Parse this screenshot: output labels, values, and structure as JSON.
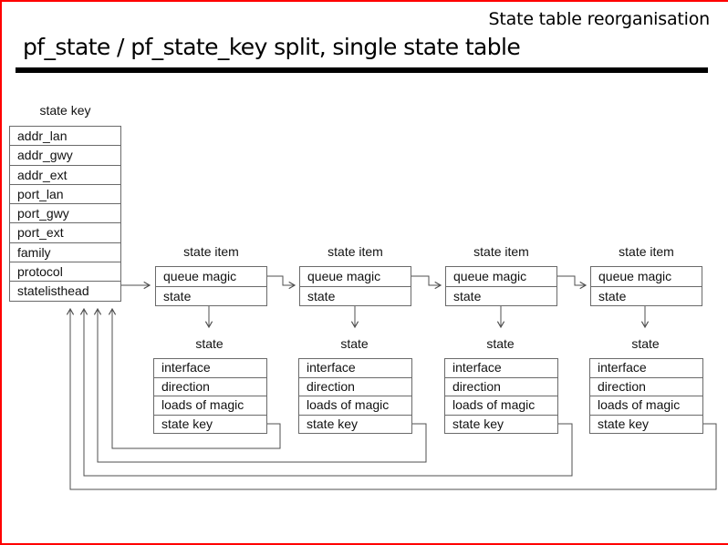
{
  "slide": {
    "corner_title": "State table reorganisation",
    "title": "pf_state / pf_state_key split, single state table"
  },
  "colors": {
    "frame_accent": "#ff0000",
    "rule": "#000000",
    "box_border": "#6a6a6a",
    "connector": "#4f4f4f"
  },
  "state_key_table": {
    "label": "state key",
    "rows": [
      "addr_lan",
      "addr_gwy",
      "addr_ext",
      "port_lan",
      "port_gwy",
      "port_ext",
      "family",
      "protocol",
      "statelisthead"
    ]
  },
  "state_item": {
    "label": "state item",
    "rows": [
      "queue magic",
      "state"
    ]
  },
  "state": {
    "label": "state",
    "rows": [
      "interface",
      "direction",
      "loads of magic",
      "state key"
    ]
  }
}
